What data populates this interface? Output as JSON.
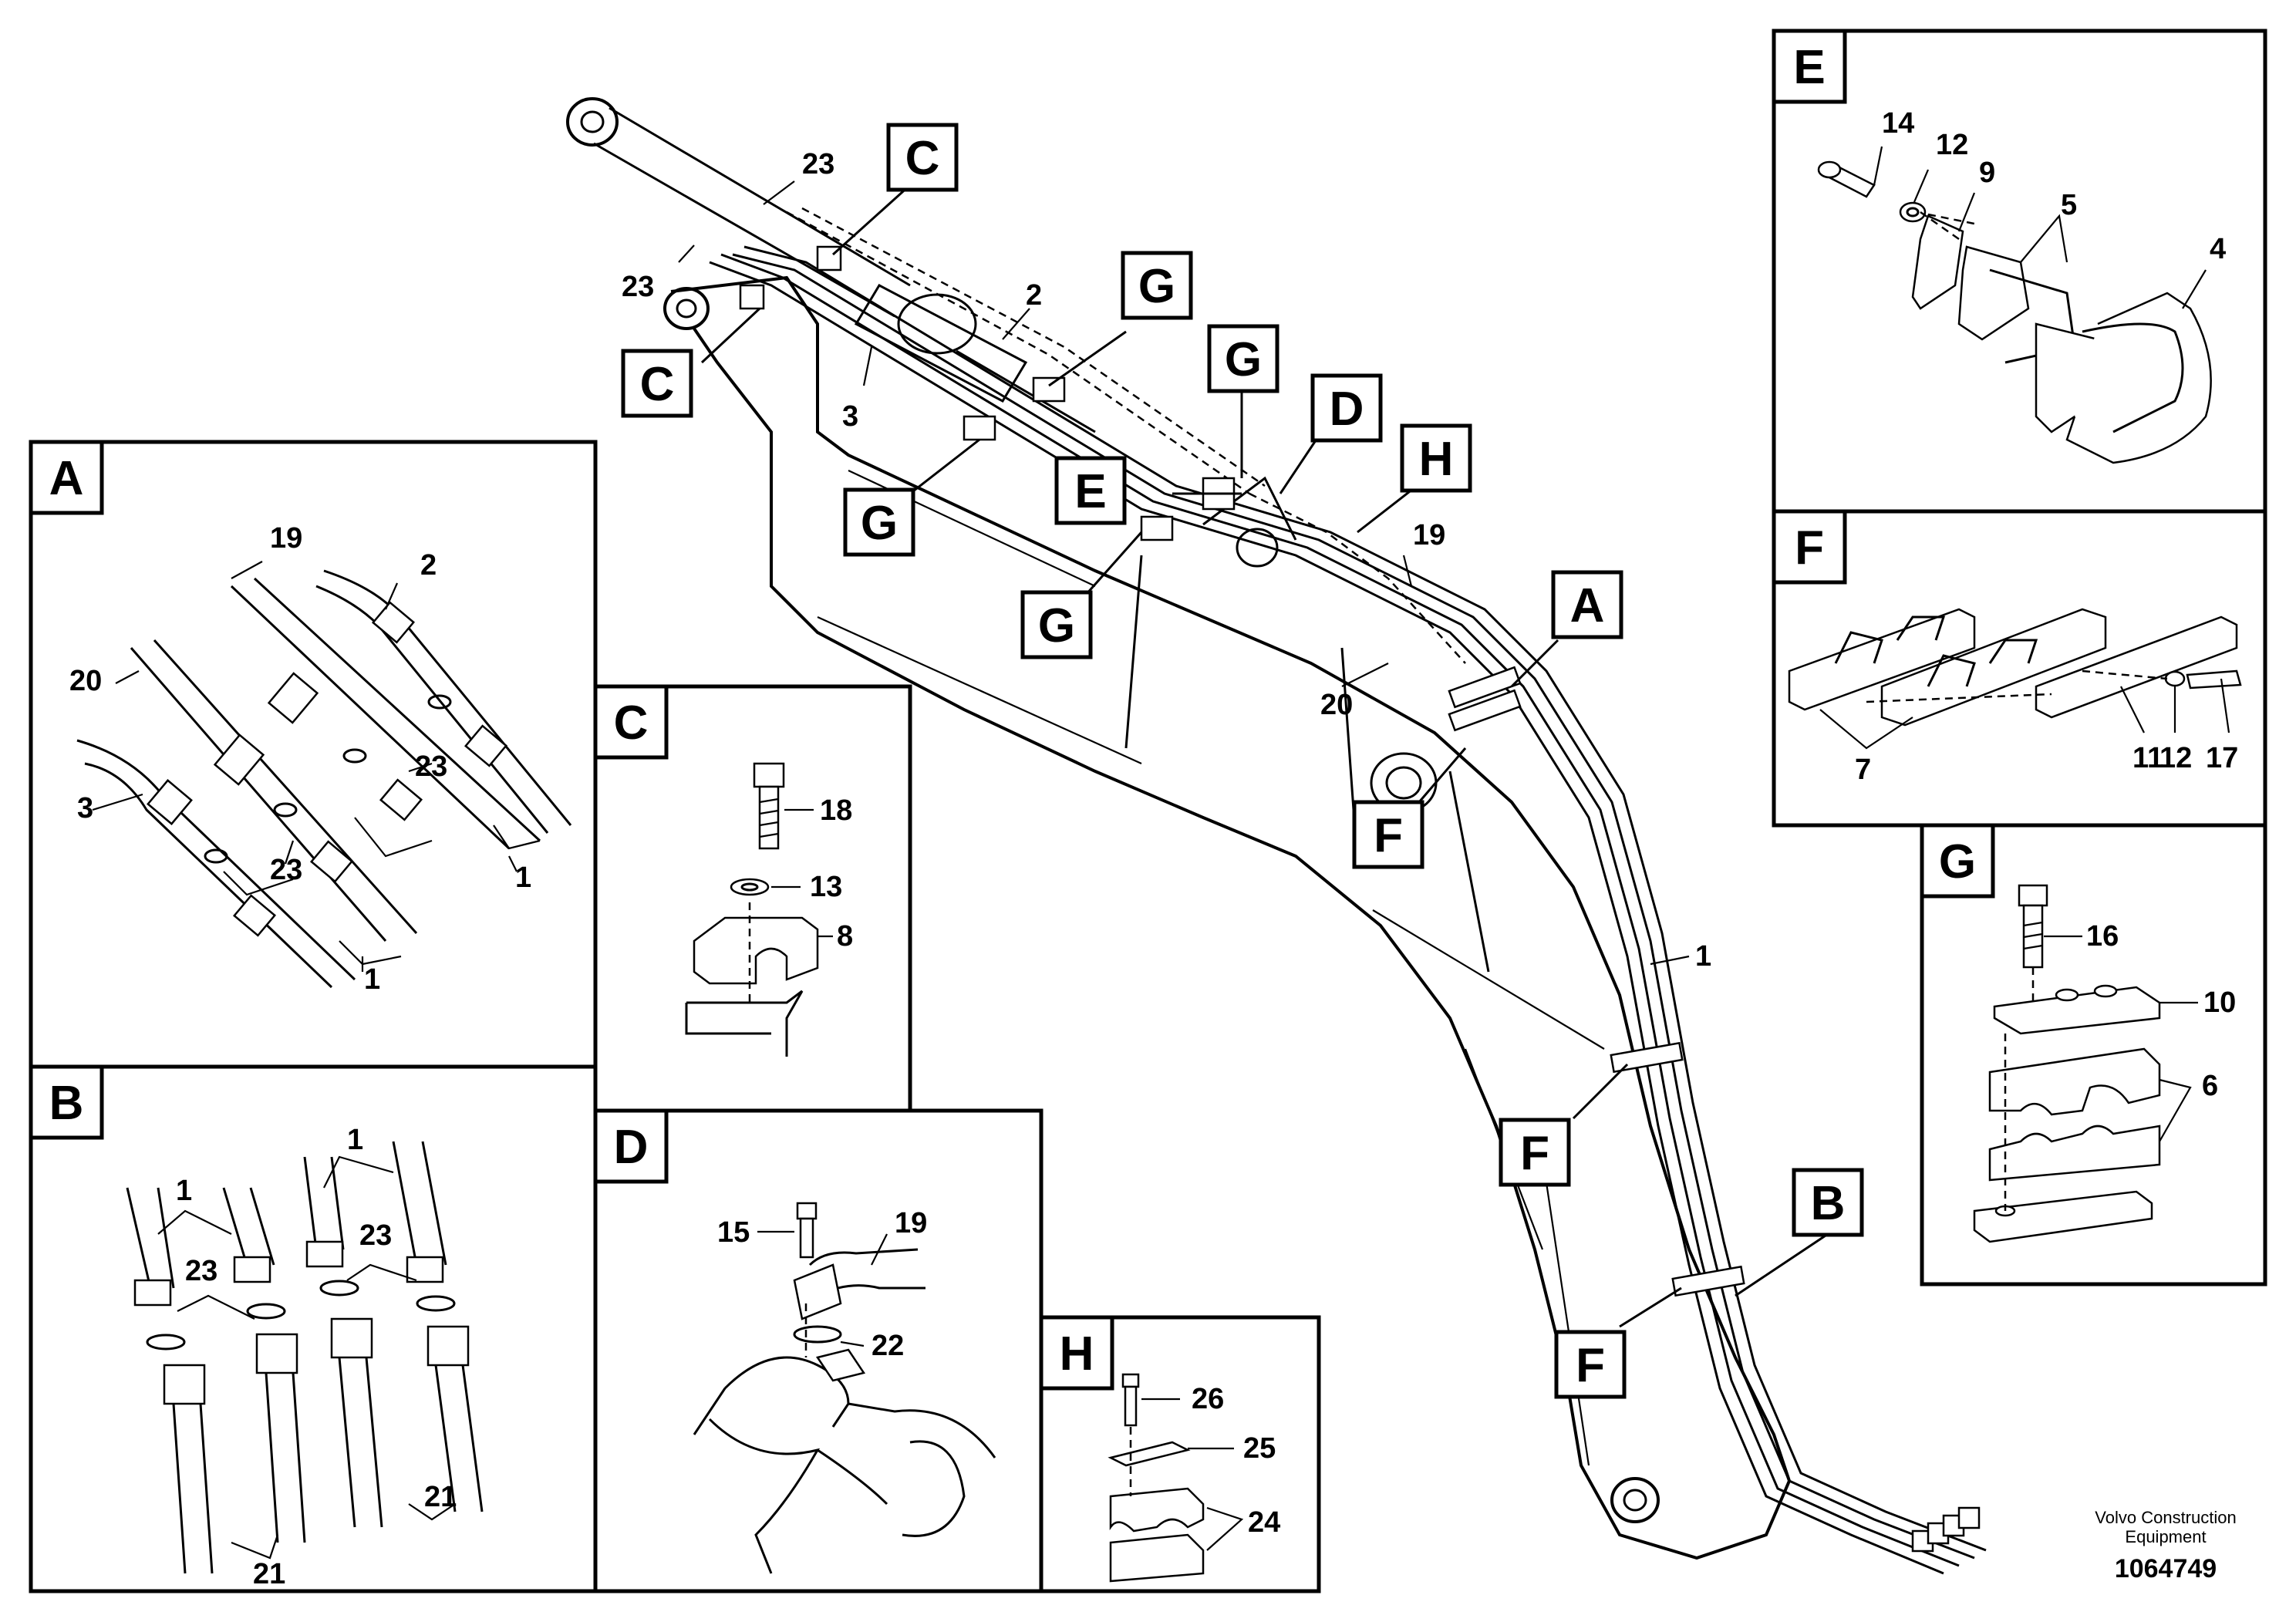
{
  "callouts": {
    "main": [
      {
        "id": "main-23-top",
        "text": "23"
      },
      {
        "id": "main-23-left",
        "text": "23"
      },
      {
        "id": "main-2",
        "text": "2"
      },
      {
        "id": "main-3",
        "text": "3"
      },
      {
        "id": "main-19",
        "text": "19"
      },
      {
        "id": "main-20",
        "text": "20"
      },
      {
        "id": "main-1",
        "text": "1"
      }
    ],
    "main_tags": [
      {
        "id": "tag-c-top",
        "text": "C"
      },
      {
        "id": "tag-c-left",
        "text": "C"
      },
      {
        "id": "tag-g-top",
        "text": "G"
      },
      {
        "id": "tag-g-mid",
        "text": "G"
      },
      {
        "id": "tag-g-left",
        "text": "G"
      },
      {
        "id": "tag-g-low",
        "text": "G"
      },
      {
        "id": "tag-d",
        "text": "D"
      },
      {
        "id": "tag-h",
        "text": "H"
      },
      {
        "id": "tag-e",
        "text": "E"
      },
      {
        "id": "tag-a",
        "text": "A"
      },
      {
        "id": "tag-b",
        "text": "B"
      },
      {
        "id": "tag-f1",
        "text": "F"
      },
      {
        "id": "tag-f2",
        "text": "F"
      },
      {
        "id": "tag-f3",
        "text": "F"
      }
    ]
  },
  "panels": {
    "A": {
      "title": "A",
      "labels": [
        "19",
        "2",
        "20",
        "3",
        "23",
        "23",
        "1",
        "1"
      ]
    },
    "B": {
      "title": "B",
      "labels": [
        "1",
        "1",
        "23",
        "23",
        "21",
        "21"
      ]
    },
    "C": {
      "title": "C",
      "labels": [
        "18",
        "13",
        "8"
      ]
    },
    "D": {
      "title": "D",
      "labels": [
        "15",
        "19",
        "22"
      ]
    },
    "E": {
      "title": "E",
      "labels": [
        "14",
        "12",
        "9",
        "5",
        "4"
      ]
    },
    "F": {
      "title": "F",
      "labels": [
        "7",
        "11",
        "12",
        "17"
      ]
    },
    "G": {
      "title": "G",
      "labels": [
        "16",
        "10",
        "6"
      ]
    },
    "H": {
      "title": "H",
      "labels": [
        "26",
        "25",
        "24"
      ]
    }
  },
  "footer": {
    "credit_line1": "Volvo Construction",
    "credit_line2": "Equipment",
    "doc_number": "1064749"
  }
}
